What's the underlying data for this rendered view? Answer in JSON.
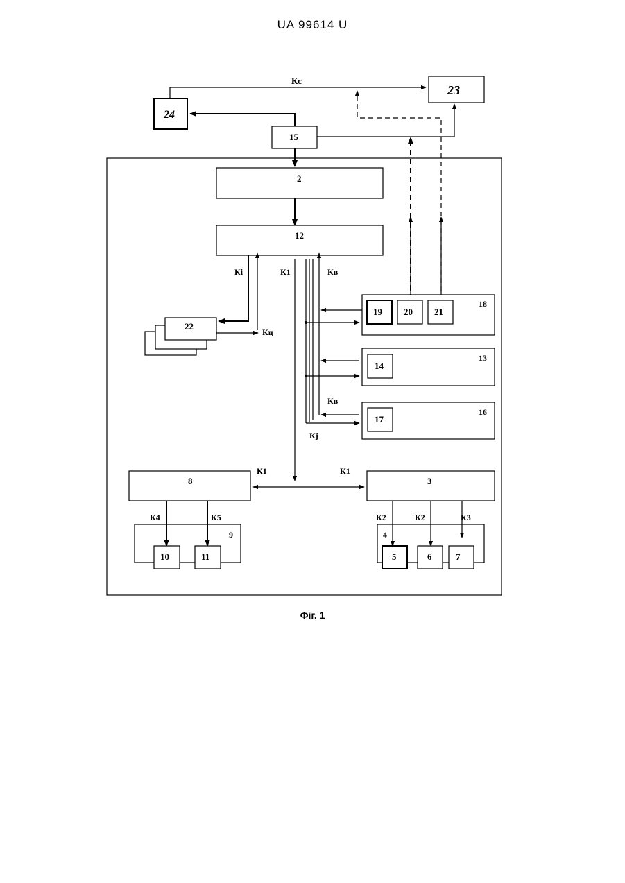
{
  "header": {
    "doc_number": "UA   99614   U"
  },
  "caption": "Фіг. 1",
  "blocks": {
    "b2": "2",
    "b3": "3",
    "b4": "4",
    "b5": "5",
    "b6": "6",
    "b7": "7",
    "b8": "8",
    "b9": "9",
    "b10": "10",
    "b11": "11",
    "b12": "12",
    "b13": "13",
    "b14": "14",
    "b15": "15",
    "b16": "16",
    "b17": "17",
    "b18": "18",
    "b19": "19",
    "b20": "20",
    "b21": "21",
    "b22": "22",
    "b23": "23",
    "b24": "24"
  },
  "signals": {
    "kc": "Кс",
    "ki": "Кі",
    "k1_a": "К1",
    "kv_a": "Кв",
    "kts": "Кц",
    "kv_b": "Кв",
    "kj": "Кj",
    "k1_b": "К1",
    "k1_c": "К1",
    "k4": "К4",
    "k5": "К5",
    "k2_a": "К2",
    "k2_b": "К2",
    "k3": "К3"
  }
}
